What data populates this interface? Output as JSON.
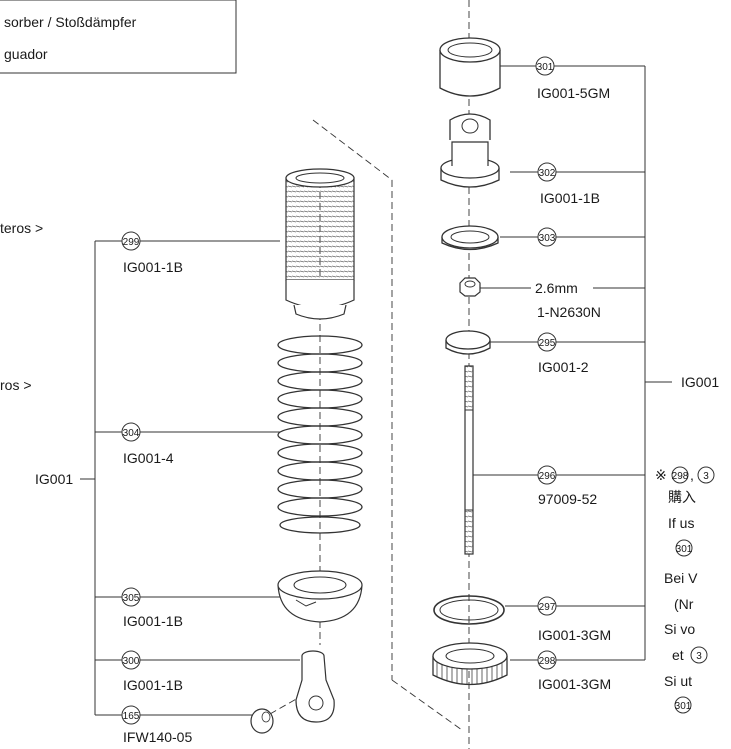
{
  "header_box": {
    "line1": "sorber / Stoßdämpfer",
    "line2": "guador"
  },
  "left_group": {
    "note_top": "teros >",
    "note_mid": "ros >",
    "group_code": "IG001"
  },
  "right_group": {
    "group_code": "IG001"
  },
  "parts": [
    {
      "num": "299",
      "code": "IG001-1B"
    },
    {
      "num": "304",
      "code": "IG001-4"
    },
    {
      "num": "305",
      "code": "IG001-1B"
    },
    {
      "num": "300",
      "code": "IG001-1B"
    },
    {
      "num": "165",
      "code": "IFW140-05"
    },
    {
      "num": "301",
      "code": "IG001-5GM"
    },
    {
      "num": "302",
      "code": "IG001-1B"
    },
    {
      "num": "303",
      "code": ""
    },
    {
      "num": "",
      "code": "2.6mm",
      "code2": "1-N2630N"
    },
    {
      "num": "295",
      "code": "IG001-2"
    },
    {
      "num": "296",
      "code": "97009-52"
    },
    {
      "num": "297",
      "code": "IG001-3GM"
    },
    {
      "num": "298",
      "code": "IG001-3GM"
    }
  ],
  "side_note": {
    "mark": "※",
    "line1_nums": "298 , 3",
    "line2": "購入",
    "line3": "If us",
    "line4_num": "301",
    "line5": "Bei V",
    "line6": "(Nr",
    "line7": "Si vo",
    "line8": "et",
    "line8_num": "3",
    "line9": "Si ut",
    "line10_num": "301"
  }
}
